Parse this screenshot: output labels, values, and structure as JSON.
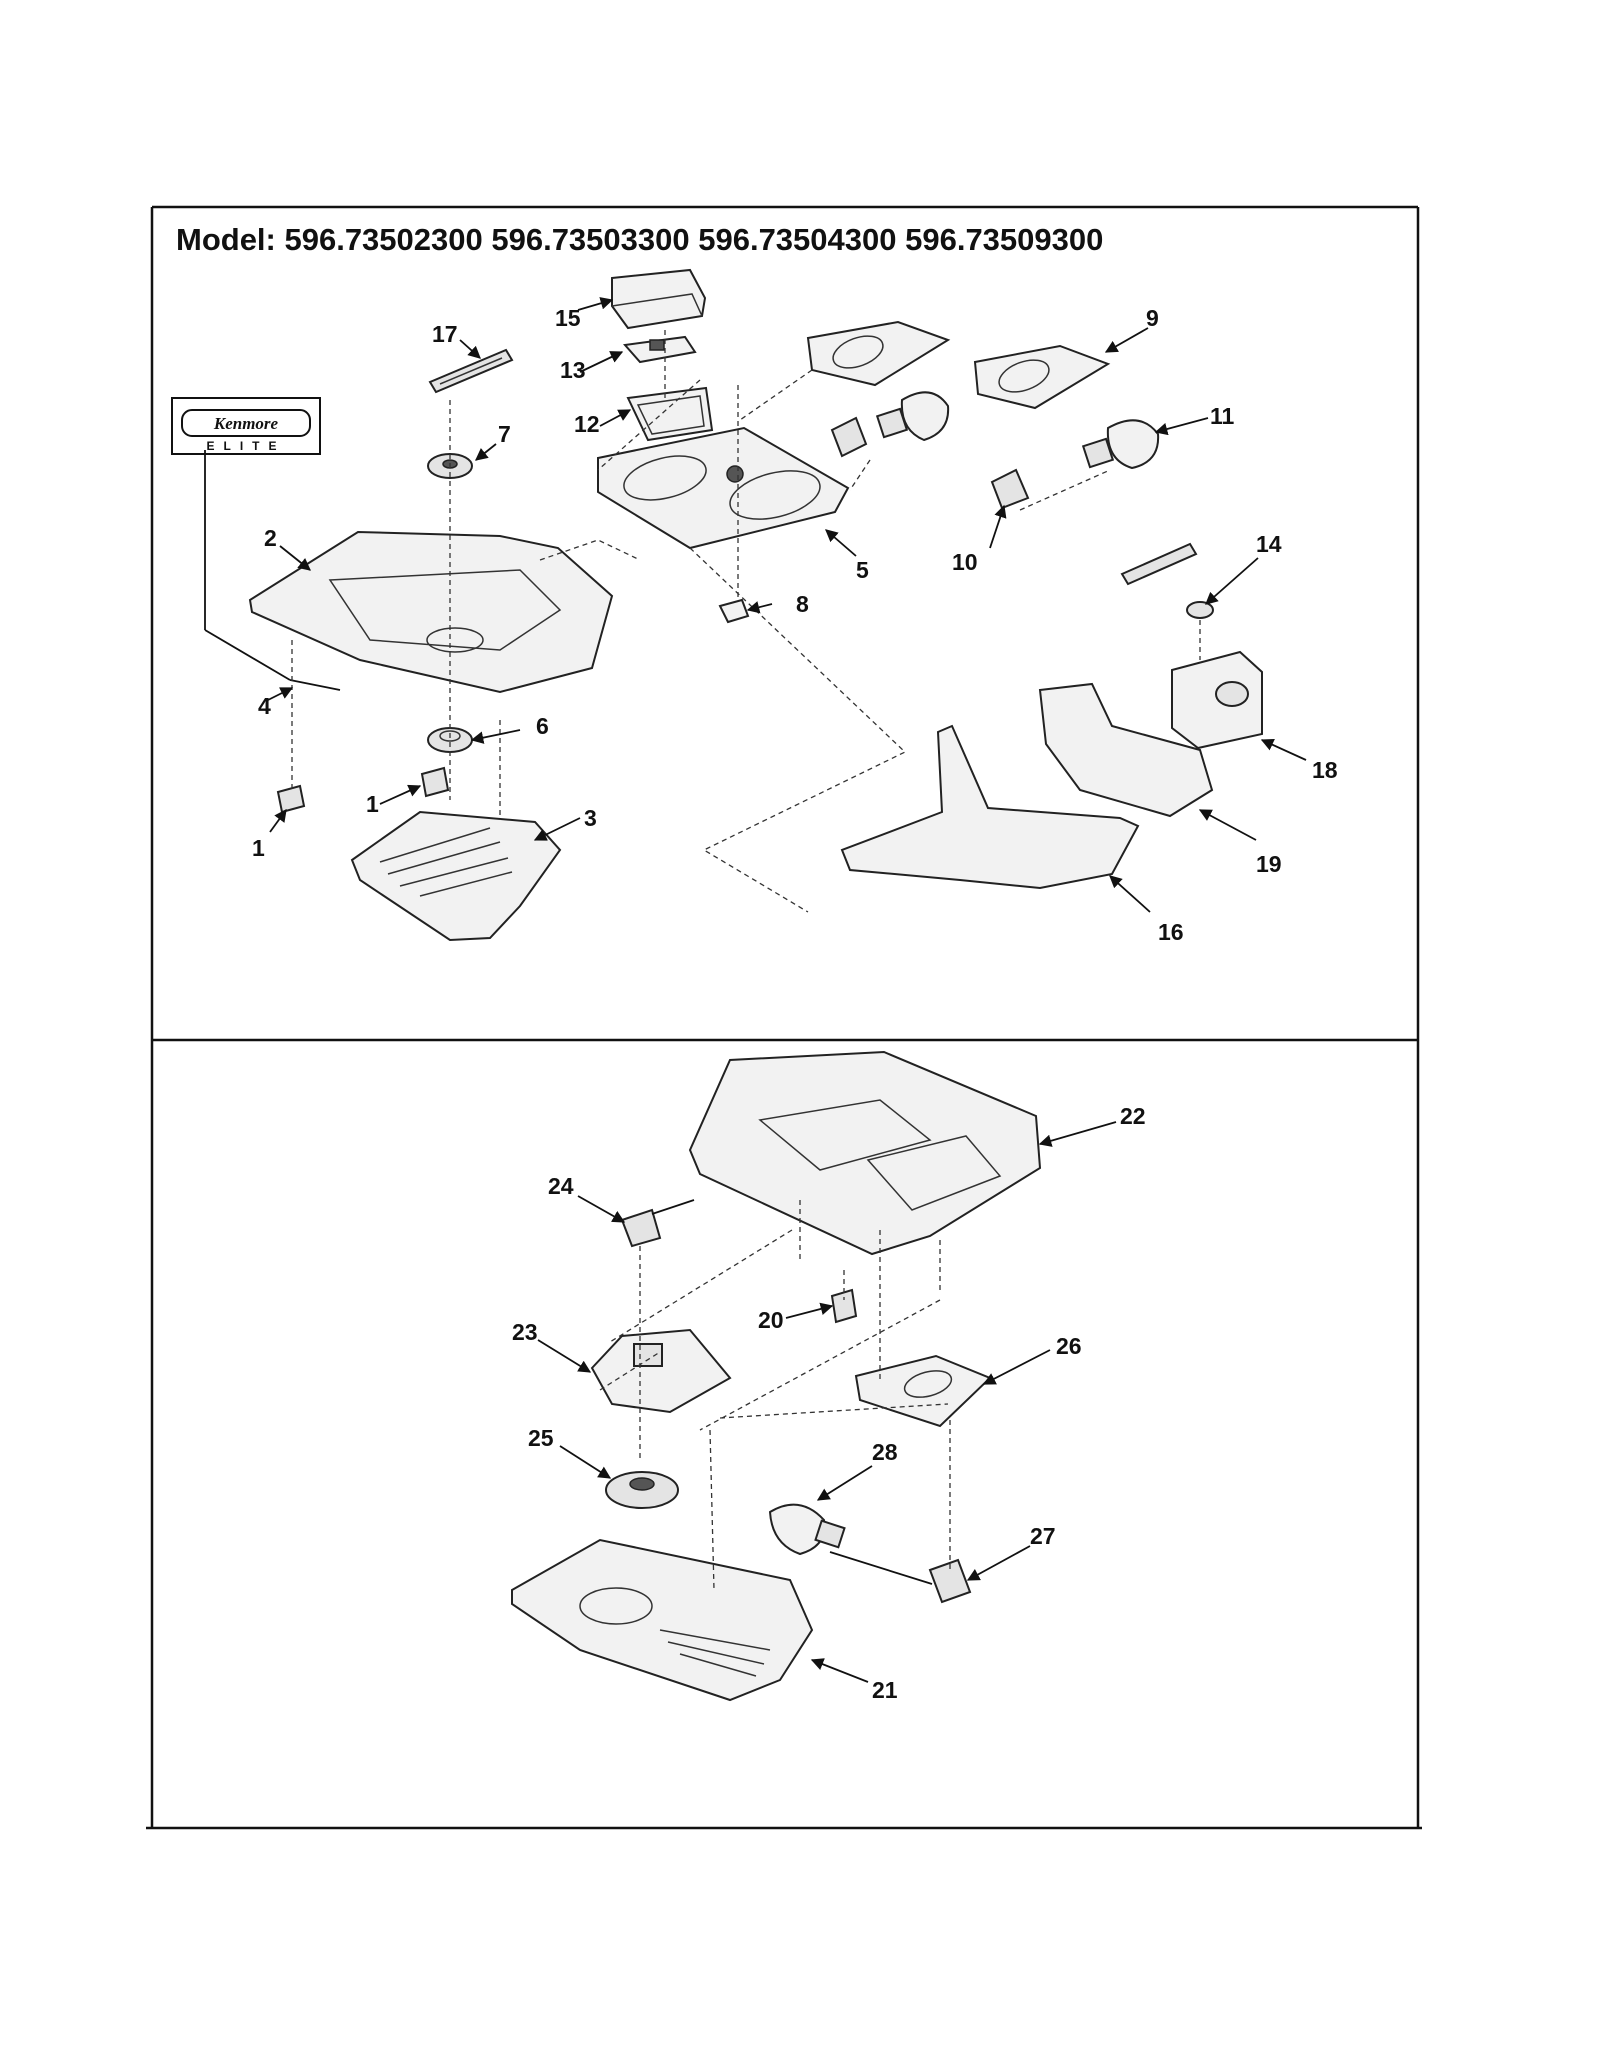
{
  "title": "Model:  596.73502300 596.73503300 596.73504300 596.73509300",
  "brand": {
    "name": "Kenmore",
    "subtitle": "ELITE"
  },
  "colors": {
    "ink": "#111111",
    "paper": "#ffffff"
  },
  "upper_assembly": {
    "labels": [
      "1",
      "1",
      "2",
      "3",
      "4",
      "5",
      "6",
      "7",
      "8",
      "9",
      "10",
      "11",
      "12",
      "13",
      "14",
      "15",
      "16",
      "17",
      "18",
      "19"
    ]
  },
  "lower_assembly": {
    "labels": [
      "20",
      "21",
      "22",
      "23",
      "24",
      "25",
      "26",
      "27",
      "28"
    ]
  }
}
